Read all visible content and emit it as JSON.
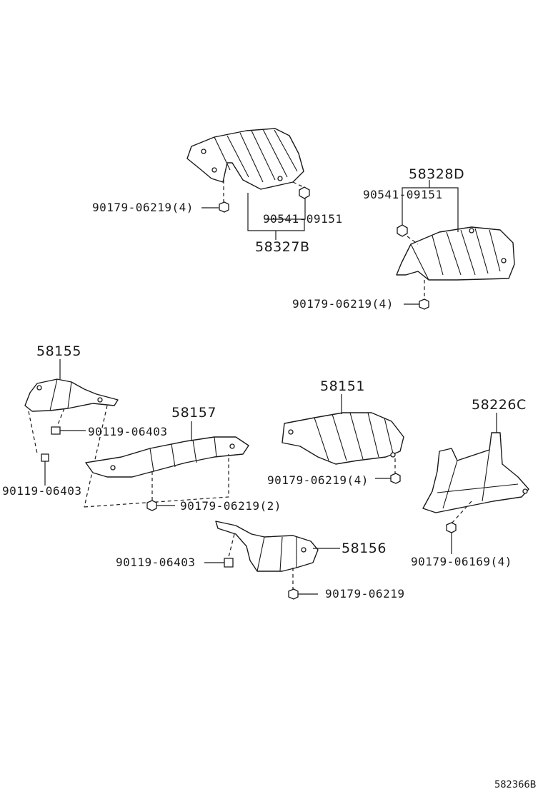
{
  "diagram": {
    "parts": {
      "p58327b": "58327B",
      "p58328d": "58328D",
      "p58155": "58155",
      "p58157": "58157",
      "p58151": "58151",
      "p58226c": "58226C",
      "p58156": "58156"
    },
    "fasteners": {
      "a1": "90179-06219(4)",
      "a2": "90541-09151",
      "b1": "90541-09151",
      "b2": "90179-06219(4)",
      "c1": "90119-06403",
      "c2": "90119-06403",
      "d1": "90179-06219(2)",
      "e1": "90179-06219(4)",
      "f1": "90179-06169(4)",
      "g1": "90119-06403",
      "g2": "90179-06219"
    },
    "figure_code": "582366B"
  }
}
